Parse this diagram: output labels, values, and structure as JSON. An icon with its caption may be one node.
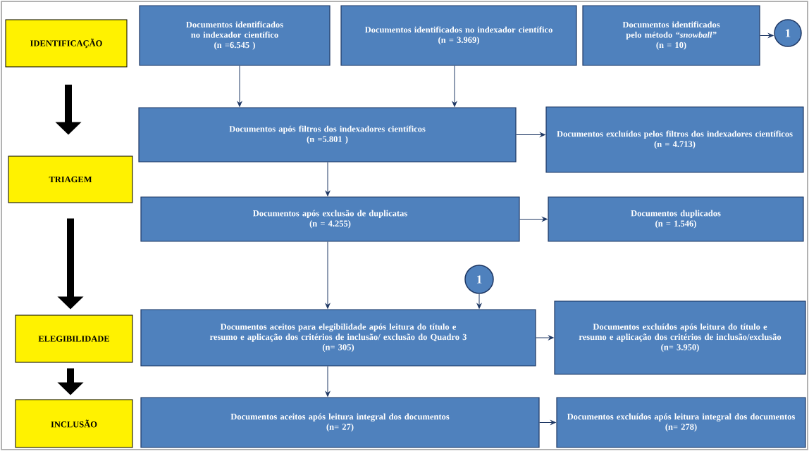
{
  "diagram": {
    "nodes": [
      {
        "text": [
          "IDENTIFICAÇÃO"
        ]
      },
      {
        "text": [
          "TRIAGEM"
        ]
      },
      {
        "text": [
          "ELEGIBILIDADE"
        ]
      },
      {
        "text": [
          "INCLUSÃO"
        ]
      },
      {
        "text": [
          "Documentos identificados no indexador científico",
          "(n =6.545 )"
        ]
      },
      {
        "text": [
          "Documentos identificados no indexador científico",
          "(n = 3.969)"
        ]
      },
      {
        "text": [
          "Documentos identificados pelo método *“snowball”*",
          "(n = 10)"
        ]
      },
      {
        "text": [
          "1"
        ]
      },
      {
        "text": [
          "Documentos após filtros dos indexadores científicos",
          "(n =5.801 )"
        ]
      },
      {
        "text": [
          "Documentos excluídos pelos filtros dos indexadores científicos",
          "(n = 4.713)"
        ]
      },
      {
        "text": [
          "Documentos após exclusão de duplicatas",
          "(n = 4.255)"
        ]
      },
      {
        "text": [
          "Documentos duplicados",
          "(n = 1.546)"
        ]
      },
      {
        "text": [
          "1"
        ]
      },
      {
        "text": [
          "Documentos aceitos para elegibilidade após leitura do título e resumo e aplicação dos critérios de inclusão/ exclusão do Quadro 3",
          "(n= 305)"
        ]
      },
      {
        "text": [
          "Documentos excluídos após leitura do título e resumo e aplicação dos critérios de inclusão/exclusão",
          "(n= 3.950)"
        ]
      },
      {
        "text": [
          "Documentos aceitos após leitura integral dos documentos",
          "(n= 27)"
        ]
      },
      {
        "text": [
          "Documentos excluídos após leitura integral dos documentos",
          "(n= 278)"
        ]
      }
    ],
    "edges": [
      {
        "from": 0,
        "to": 1,
        "arrow": "to",
        "style": "thick",
        "color": "#000000"
      },
      {
        "from": 1,
        "to": 2,
        "arrow": "to",
        "style": "thick",
        "color": "#000000"
      },
      {
        "from": 2,
        "to": 3,
        "arrow": "to",
        "style": "thick",
        "color": "#000000"
      },
      {
        "from": 6,
        "to": 7,
        "arrow": "to"
      },
      {
        "from": 4,
        "to": 8,
        "arrow": "to"
      },
      {
        "from": 5,
        "to": 8,
        "arrow": "to"
      },
      {
        "from": 8,
        "to": 9,
        "arrow": "to"
      },
      {
        "from": 8,
        "to": 10,
        "arrow": "to"
      },
      {
        "from": 10,
        "to": 11,
        "arrow": "to"
      },
      {
        "from": 10,
        "to": 13,
        "arrow": "to"
      },
      {
        "from": 12,
        "to": 13,
        "arrow": "to"
      },
      {
        "from": 13,
        "to": 14,
        "arrow": "to"
      },
      {
        "from": 13,
        "to": 15,
        "arrow": "to"
      },
      {
        "from": 15,
        "to": 16,
        "arrow": "to"
      }
    ]
  }
}
